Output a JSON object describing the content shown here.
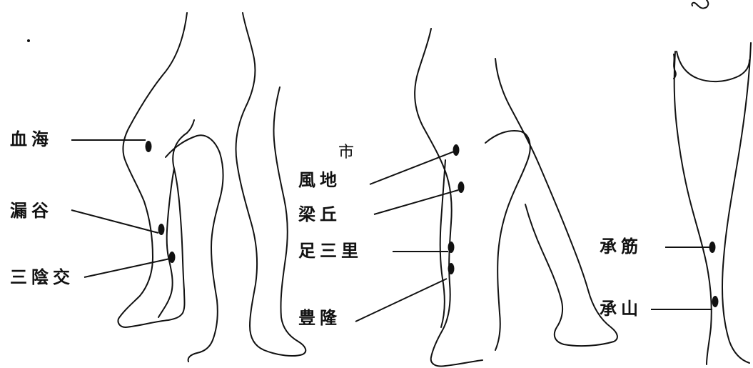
{
  "colors": {
    "ink": "#111111",
    "background": "#ffffff"
  },
  "figures": [
    {
      "name": "left-leg-figure",
      "points": [
        {
          "label": "血海"
        },
        {
          "label": "漏谷"
        },
        {
          "label": "三陰交"
        }
      ]
    },
    {
      "name": "middle-leg-figure",
      "correction_mark": "市",
      "points": [
        {
          "label": "風地"
        },
        {
          "label": "梁丘"
        },
        {
          "label": "足三里"
        },
        {
          "label": "豊隆"
        }
      ]
    },
    {
      "name": "right-leg-figure",
      "points": [
        {
          "label": "承筋"
        },
        {
          "label": "承山"
        }
      ]
    }
  ]
}
